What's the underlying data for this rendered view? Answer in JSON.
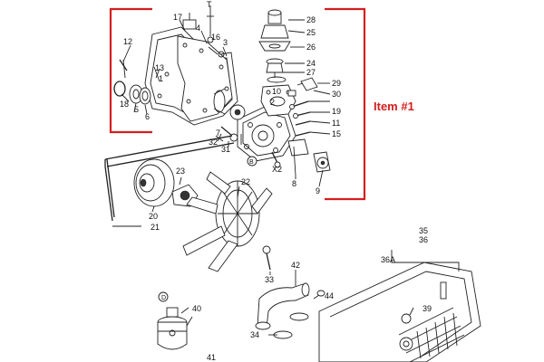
{
  "annotation": {
    "text": "Item #1",
    "color": "#d41e1e"
  },
  "callouts": {
    "c1": "1",
    "c2": "2",
    "c3": "3",
    "c4": "4",
    "c5": "5",
    "c6": "6",
    "c7": "7",
    "c8": "8",
    "c9": "9",
    "c10": "10",
    "c11": "11",
    "c12": "12",
    "c13": "13",
    "c15": "15",
    "c16": "16",
    "c17": "17",
    "c18": "18",
    "c19": "19",
    "c20": "20",
    "c21": "21",
    "c22": "22",
    "c23": "23",
    "c24": "24",
    "c25": "25",
    "c26": "26",
    "c27": "27",
    "c28": "28",
    "c29": "29",
    "c30": "30",
    "c31": "31",
    "c32": "32",
    "c33": "33",
    "c34": "34",
    "c35": "35",
    "c36": "36",
    "c36a": "36A",
    "c39": "39",
    "c40": "40",
    "c41": "41",
    "c42": "42",
    "c44": "44",
    "x2": "X2",
    "t": "T",
    "b": "B",
    "d": "D"
  }
}
